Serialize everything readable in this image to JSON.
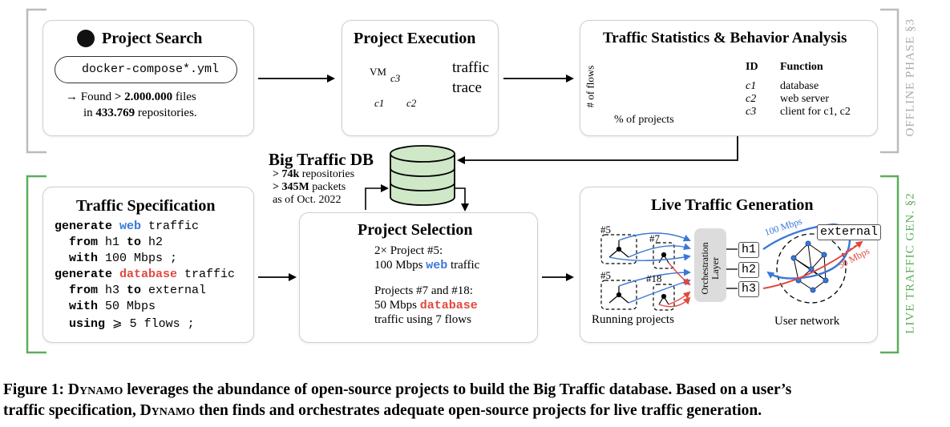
{
  "phases": {
    "offline": "OFFLINE PHASE §3",
    "live": "LIVE TRAFFIC GEN. §2"
  },
  "project_search": {
    "title": "Project Search",
    "search_query": "docker-compose*.yml",
    "found_prefix": "→ Found ",
    "found_count": "> 2.000.000",
    "found_suffix": " files",
    "repos_prefix": "in ",
    "repos_count": "433.769",
    "repos_suffix": " repositories."
  },
  "project_execution": {
    "title": "Project Execution",
    "vm_label": "VM",
    "nodes": [
      "c3",
      "c1",
      "c2"
    ],
    "output_line1": "traffic",
    "output_line2": "trace"
  },
  "traffic_stats": {
    "title": "Traffic Statistics & Behavior Analysis",
    "plot_ylabel": "# of flows",
    "plot_xlabel": "% of projects",
    "table_headers": [
      "ID",
      "Function"
    ],
    "table_rows": [
      {
        "id": "c1",
        "function": "database"
      },
      {
        "id": "c2",
        "function": "web server"
      },
      {
        "id": "c3",
        "function": "client for c1, c2"
      }
    ]
  },
  "big_traffic_db": {
    "title": "Big Traffic DB",
    "line1_bold": "> 74k",
    "line1_rest": " repositories",
    "line2_bold": "> 345M",
    "line2_rest": " packets",
    "line3": "as of Oct. 2022"
  },
  "traffic_spec": {
    "title": "Traffic Specification",
    "lines": [
      [
        {
          "t": "generate ",
          "s": "kw"
        },
        {
          "t": "web",
          "s": "blue"
        },
        {
          "t": " traffic",
          "s": ""
        }
      ],
      [
        {
          "t": "  from",
          "s": "kw"
        },
        {
          "t": " h1 ",
          "s": ""
        },
        {
          "t": "to",
          "s": "kw"
        },
        {
          "t": " h2",
          "s": ""
        }
      ],
      [
        {
          "t": "  with",
          "s": "kw"
        },
        {
          "t": " 100 Mbps ;",
          "s": ""
        }
      ],
      [
        {
          "t": "generate ",
          "s": "kw"
        },
        {
          "t": "database",
          "s": "red"
        },
        {
          "t": " traffic",
          "s": ""
        }
      ],
      [
        {
          "t": "  from",
          "s": "kw"
        },
        {
          "t": " h3 ",
          "s": ""
        },
        {
          "t": "to",
          "s": "kw"
        },
        {
          "t": " external",
          "s": ""
        }
      ],
      [
        {
          "t": "  with",
          "s": "kw"
        },
        {
          "t": " 50 Mbps",
          "s": ""
        }
      ],
      [
        {
          "t": "  using",
          "s": "kw"
        },
        {
          "t": " ⩾ 5 flows ;",
          "s": ""
        }
      ]
    ]
  },
  "project_selection": {
    "title": "Project Selection",
    "sel1_line1": "2× Project #5:",
    "sel1_line2_pre": "100 Mbps ",
    "sel1_line2_kw": "web",
    "sel1_line2_post": " traffic",
    "sel2_line1": "Projects #7 and #18:",
    "sel2_line2_pre": "50 Mbps ",
    "sel2_line2_kw": "database",
    "sel2_line3": "traffic using 7 flows"
  },
  "live_gen": {
    "title": "Live Traffic Generation",
    "project_labels": [
      "#5",
      "#7",
      "#5",
      "#18"
    ],
    "orchestration_label": "Orchestration Layer",
    "hosts": [
      "h1",
      "h2",
      "h3"
    ],
    "external_label": "external",
    "rate_blue": "100 Mbps",
    "rate_red": "50 Mbps",
    "running_label": "Running projects",
    "user_network_label": "User network"
  },
  "caption": {
    "line1_prefix": "Figure 1: ",
    "name": "Dynamo",
    "line1_rest": " leverages the abundance of open-source projects to build the Big Traffic database. Based on a user’s",
    "line2_prefix": "traffic specification, ",
    "line2_rest": " then finds and orchestrates adequate open-source projects for live traffic generation."
  },
  "colors": {
    "blue": "#3a78d8",
    "red": "#e0493f",
    "green": "#3a9a3a",
    "offline_bracket": "#bbbbbb",
    "live_bracket": "#5cad5c"
  }
}
